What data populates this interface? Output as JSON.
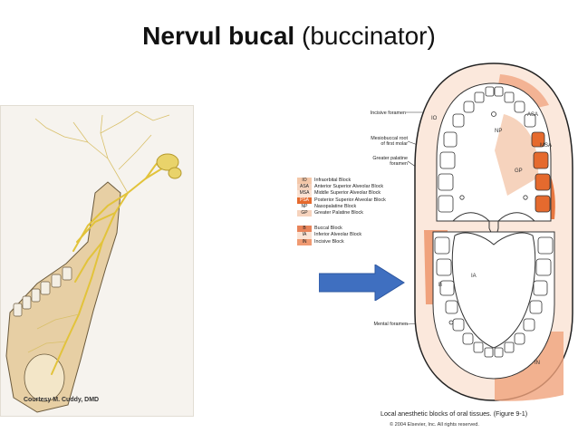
{
  "title": {
    "bold": "Nervul bucal",
    "paren": "(buccinator)"
  },
  "left_panel": {
    "courtesy": "Courtesy M. Cuddy, DMD"
  },
  "legend": {
    "items": [
      {
        "code": "IO",
        "label": "Infraorbital Block",
        "color": "#f4c7a8"
      },
      {
        "code": "ASA",
        "label": "Anterior Superior Alveolar Block",
        "color": "#f6d3bd"
      },
      {
        "code": "MSA",
        "label": "Middle Superior Alveolar Block",
        "color": "#fbe3d4"
      },
      {
        "code": "PSA",
        "label": "Posterior Superior Alveolar Block",
        "color": "#e56a2e"
      },
      {
        "code": "NP",
        "label": "Nasopalatine Block",
        "color": "#ffffff"
      },
      {
        "code": "GP",
        "label": "Greater Palatine Block",
        "color": "#f6d3bd"
      },
      {
        "code": "B",
        "label": "Buccal Block",
        "color": "#e8845a"
      },
      {
        "code": "IA",
        "label": "Inferior Alveolar Block",
        "color": "#fbe3d4"
      },
      {
        "code": "IN",
        "label": "Incisive Block",
        "color": "#f09a72"
      }
    ]
  },
  "callouts": {
    "incisive_foramen": "Incisive foramen",
    "mesiobuccal_root": "Mesiobuccal root",
    "mesiobuccal_root_2": "of first molar",
    "greater_palatine": "Greater palatine",
    "greater_palatine_2": "foramen",
    "mental_foramen": "Mental foramen"
  },
  "diagram_labels": {
    "io": "IO",
    "asa": "ASA",
    "np": "NP",
    "msa": "MSA",
    "gp": "GP",
    "ia": "IA",
    "in": "IN",
    "b": "B"
  },
  "caption": "Local anesthetic blocks of oral tissues. (Figure 9-1)",
  "copyright": "© 2004 Elsevier, Inc.  All rights reserved.",
  "colors": {
    "arrow": "#3f6fc0",
    "nerve": "#e9d36a",
    "bone": "#e7cfa4",
    "region_dark": "#e56a2e",
    "region_mid": "#f0a27c",
    "region_light": "#fbe3d4"
  }
}
